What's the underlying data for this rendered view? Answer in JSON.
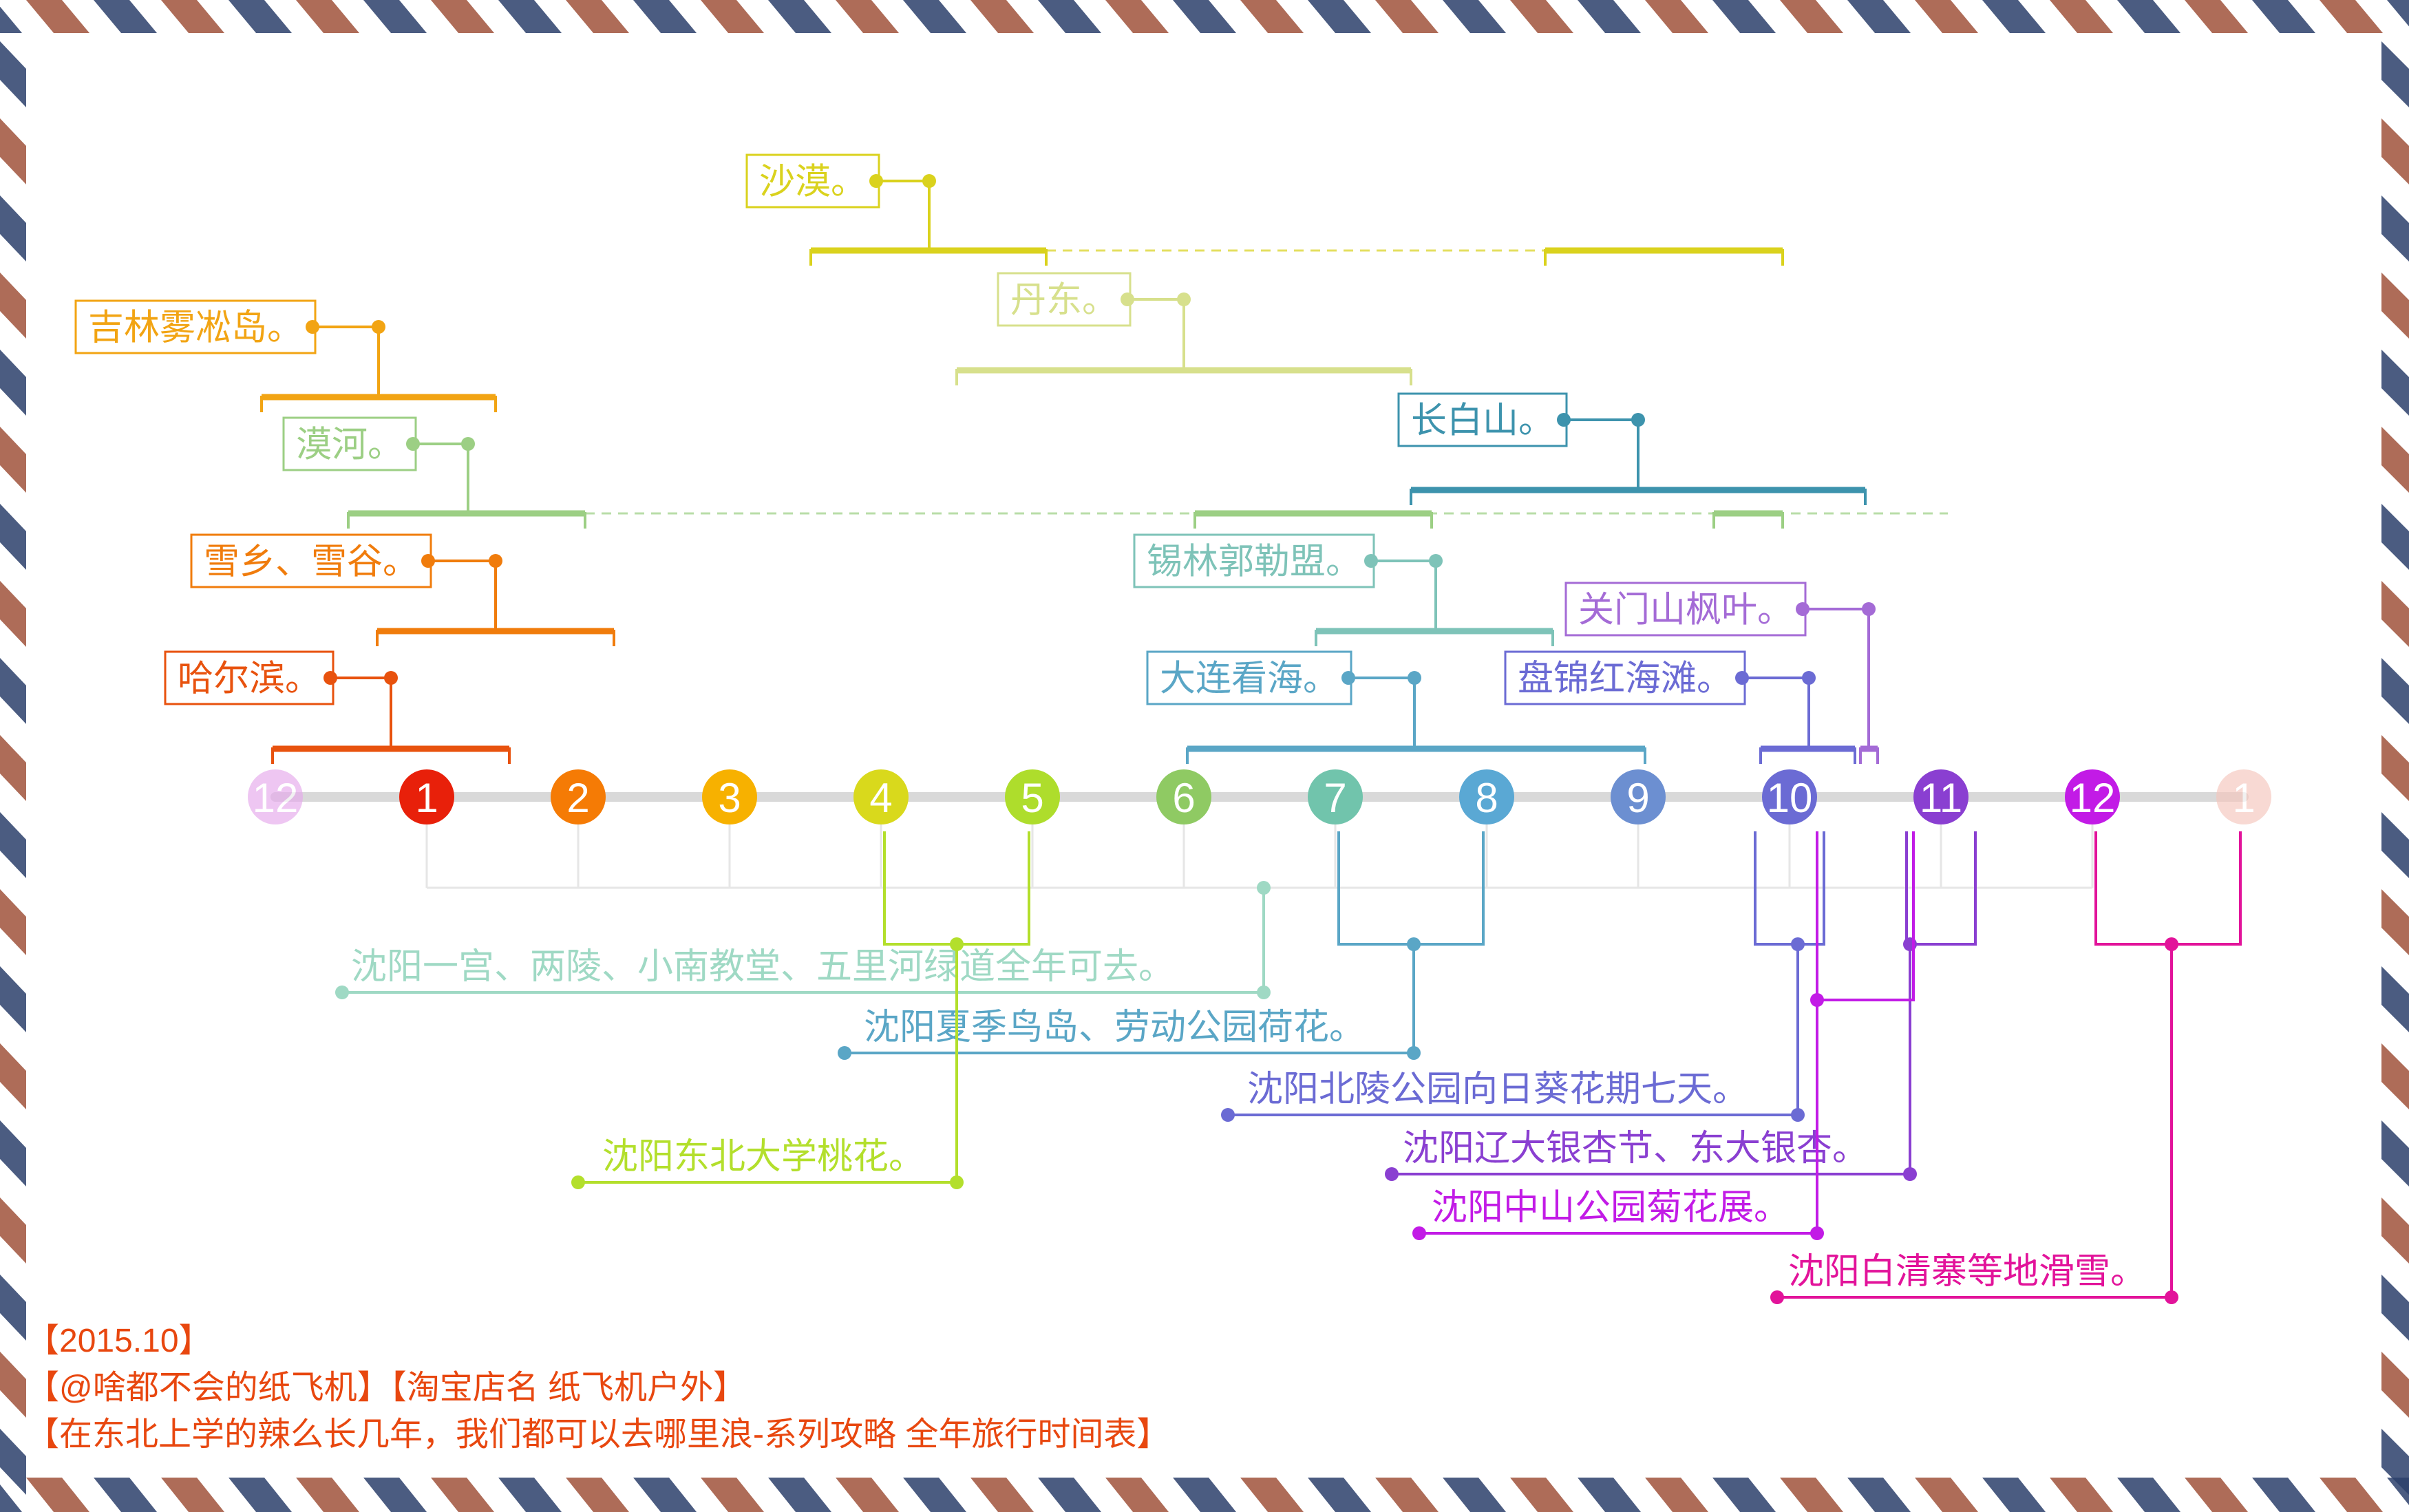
{
  "colors": {
    "stripe_red": "#a0523b",
    "stripe_blue": "#2c3f6b",
    "timeline_track": "#d9d9d9",
    "footer_text": "#e8470f"
  },
  "months": [
    {
      "label": "12",
      "color": "#e6a9ec",
      "faded": true
    },
    {
      "label": "1",
      "color": "#e8200a"
    },
    {
      "label": "2",
      "color": "#f57b05"
    },
    {
      "label": "3",
      "color": "#f7b100"
    },
    {
      "label": "4",
      "color": "#d9d91c"
    },
    {
      "label": "5",
      "color": "#aedd2c"
    },
    {
      "label": "6",
      "color": "#8fca63"
    },
    {
      "label": "7",
      "color": "#71c4ac"
    },
    {
      "label": "8",
      "color": "#5aa8d4"
    },
    {
      "label": "9",
      "color": "#6c8fd1"
    },
    {
      "label": "10",
      "color": "#6b6bd4"
    },
    {
      "label": "11",
      "color": "#8a3fd1"
    },
    {
      "label": "12",
      "color": "#c21be6"
    },
    {
      "label": "1",
      "color": "#f5c6bc",
      "faded": true
    }
  ],
  "upper_destinations": [
    {
      "text": "沙漠。",
      "color": "#dad21d"
    },
    {
      "text": "吉林雾凇岛。",
      "color": "#f2a413"
    },
    {
      "text": "丹东。",
      "color": "#d7e08c"
    },
    {
      "text": "漠河。",
      "color": "#9ccf84"
    },
    {
      "text": "长白山。",
      "color": "#3d93ad"
    },
    {
      "text": "雪乡、雪谷。",
      "color": "#f07c0c"
    },
    {
      "text": "锡林郭勒盟。",
      "color": "#7ec3b8"
    },
    {
      "text": "关门山枫叶。",
      "color": "#a46bd6"
    },
    {
      "text": "大连看海。",
      "color": "#5aa6c6"
    },
    {
      "text": "盘锦红海滩。",
      "color": "#6b6bd4"
    },
    {
      "text": "哈尔滨。",
      "color": "#e8520e"
    }
  ],
  "lower_destinations": [
    {
      "text": "沈阳一宫、两陵、小南教堂、五里河绿道全年可去。",
      "color": "#9fd9c4"
    },
    {
      "text": "沈阳夏季鸟岛、劳动公园荷花。",
      "color": "#5aa6c6"
    },
    {
      "text": "沈阳北陵公园向日葵花期七天。",
      "color": "#6b6bd4"
    },
    {
      "text": "沈阳东北大学桃花。",
      "color": "#b3df2c"
    },
    {
      "text": "沈阳辽大银杏节、东大银杏。",
      "color": "#8a3fd1"
    },
    {
      "text": "沈阳中山公园菊花展。",
      "color": "#c21be6"
    },
    {
      "text": "沈阳白清寨等地滑雪。",
      "color": "#e2139a"
    }
  ],
  "footer": {
    "line1": "【2015.10】",
    "line2": "【@啥都不会的纸飞机】【淘宝店名 纸飞机户外】",
    "line3": "【在东北上学的辣么长几年，我们都可以去哪里浪-系列攻略 全年旅行时间表】"
  }
}
